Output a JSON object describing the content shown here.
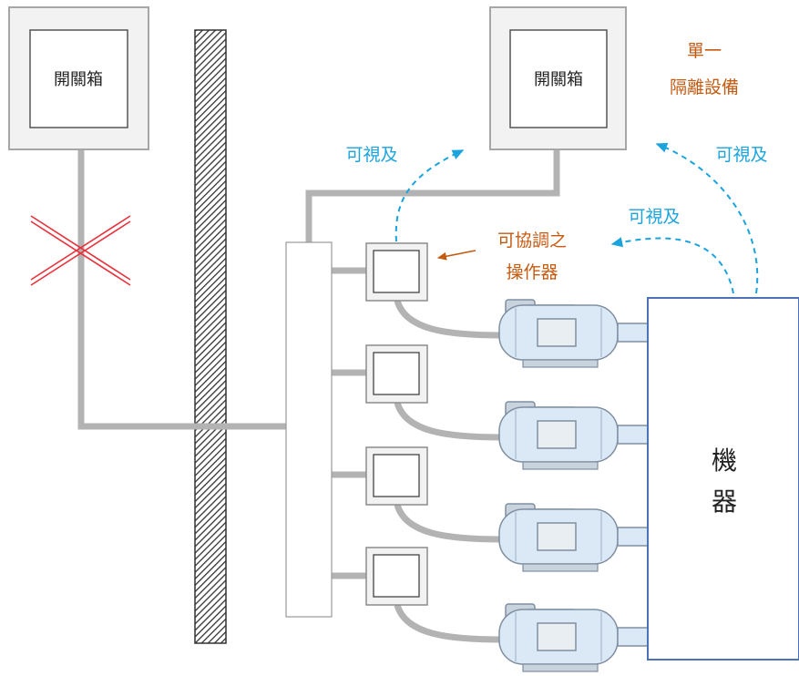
{
  "left_switch_box": {
    "label": "開關箱"
  },
  "right_switch_box": {
    "label": "開關箱"
  },
  "isolation_note": {
    "line1": "單一",
    "line2": "隔離設備"
  },
  "visible_label_top": "可視及",
  "visible_label_right_top": "可視及",
  "visible_label_right_mid": "可視及",
  "operator_note": {
    "line1": "可協調之",
    "line2": "操作器"
  },
  "machine": {
    "char1": "機",
    "char2": "器"
  },
  "colors": {
    "cable": "#b3b3b3",
    "box_fill": "#f2f2f2",
    "box_border": "#a6a6a6",
    "motor_fill": "#dbe9f7",
    "motor_stroke": "#7f8fa0",
    "machine_border": "#4a72b8",
    "blue_text": "#1aa3dd",
    "orange_text": "#c55a11",
    "cross": "#e8313a"
  }
}
